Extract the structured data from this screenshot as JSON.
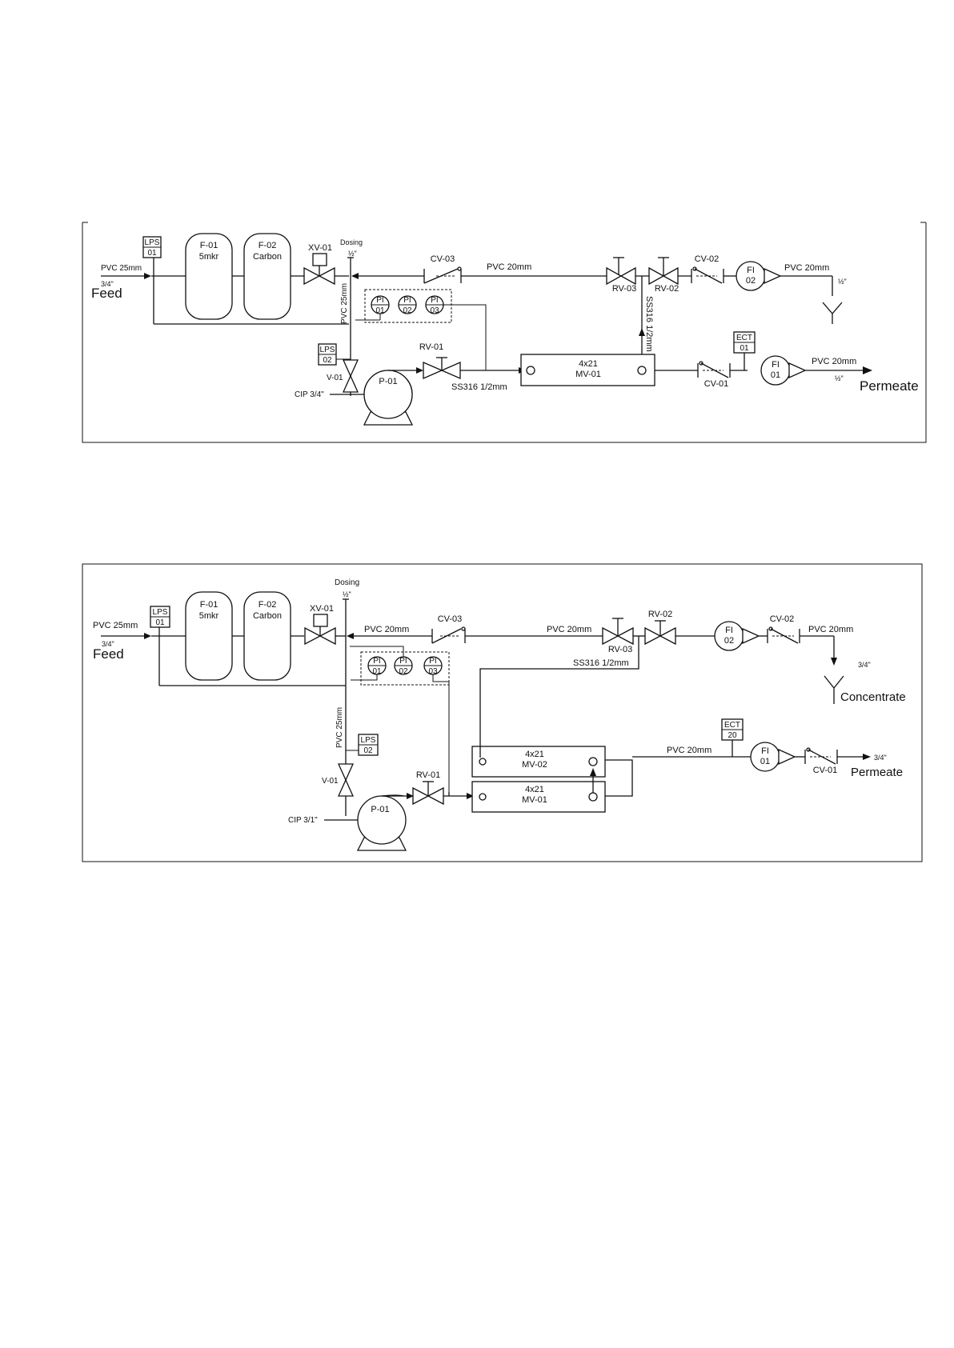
{
  "diagram1": {
    "feed_label": "Feed",
    "feed_size": "3/4\"",
    "feed_pipe": "PVC 25mm",
    "lps01": [
      "LPS",
      "01"
    ],
    "f01": [
      "F-01",
      "5mkr"
    ],
    "f02": [
      "F-02",
      "Carbon"
    ],
    "xv01": "XV-01",
    "dosing": "Dosing",
    "dosing_size": "½\"",
    "vertical_pipe": "PVC 25mm",
    "cv03": "CV-03",
    "pipe_top": "PVC 20mm",
    "pi01": [
      "PI",
      "01"
    ],
    "pi02": [
      "PI",
      "02"
    ],
    "pi03": [
      "PI",
      "03"
    ],
    "rv03": "RV-03",
    "rv02": "RV-02",
    "ss_vertical": "SS316 1/2mm",
    "cv02": "CV-02",
    "fi02": [
      "FI",
      "02"
    ],
    "pipe_out": "PVC 20mm",
    "out_size": "½\"",
    "lps02": [
      "LPS",
      "02"
    ],
    "v01": "V-01",
    "cip": "CIP 3/4\"",
    "p01": "P-01",
    "rv01": "RV-01",
    "ss_pipe": "SS316 1/2mm",
    "mv01": [
      "4x21",
      "MV-01"
    ],
    "ect01": [
      "ECT",
      "01"
    ],
    "cv01": "CV-01",
    "fi01": [
      "FI",
      "01"
    ],
    "permeate_pipe": "PVC 20mm",
    "permeate_size": "½\"",
    "permeate_label": "Permeate"
  },
  "diagram2": {
    "feed_label": "Feed",
    "feed_size": "3/4\"",
    "feed_pipe": "PVC 25mm",
    "lps01": [
      "LPS",
      "01"
    ],
    "f01": [
      "F-01",
      "5mkr"
    ],
    "f02": [
      "F-02",
      "Carbon"
    ],
    "xv01": "XV-01",
    "dosing": "Dosing",
    "dosing_size": "½\"",
    "pipe_xv": "PVC 20mm",
    "cv03": "CV-03",
    "pipe_top": "PVC 20mm",
    "rv03": "RV-03",
    "rv02": "RV-02",
    "fi02": [
      "FI",
      "02"
    ],
    "cv02": "CV-02",
    "pipe_out": "PVC 20mm",
    "out_size": "3/4\"",
    "concentrate_label": "Concentrate",
    "ss_pipe": "SS316 1/2mm",
    "pi01": [
      "PI",
      "01"
    ],
    "pi02": [
      "PI",
      "02"
    ],
    "pi03": [
      "PI",
      "03"
    ],
    "vertical_pipe": "PVC 25mm",
    "lps02": [
      "LPS",
      "02"
    ],
    "v01": "V-01",
    "cip": "CIP 3/1\"",
    "p01": "P-01",
    "rv01": "RV-01",
    "mv02": [
      "4x21",
      "MV-02"
    ],
    "mv01": [
      "4x21",
      "MV-01"
    ],
    "permeate_pipe": "PVC 20mm",
    "ect20": [
      "ECT",
      "20"
    ],
    "fi01": [
      "FI",
      "01"
    ],
    "cv01": "CV-01",
    "permeate_size": "3/4\"",
    "permeate_label": "Permeate"
  }
}
